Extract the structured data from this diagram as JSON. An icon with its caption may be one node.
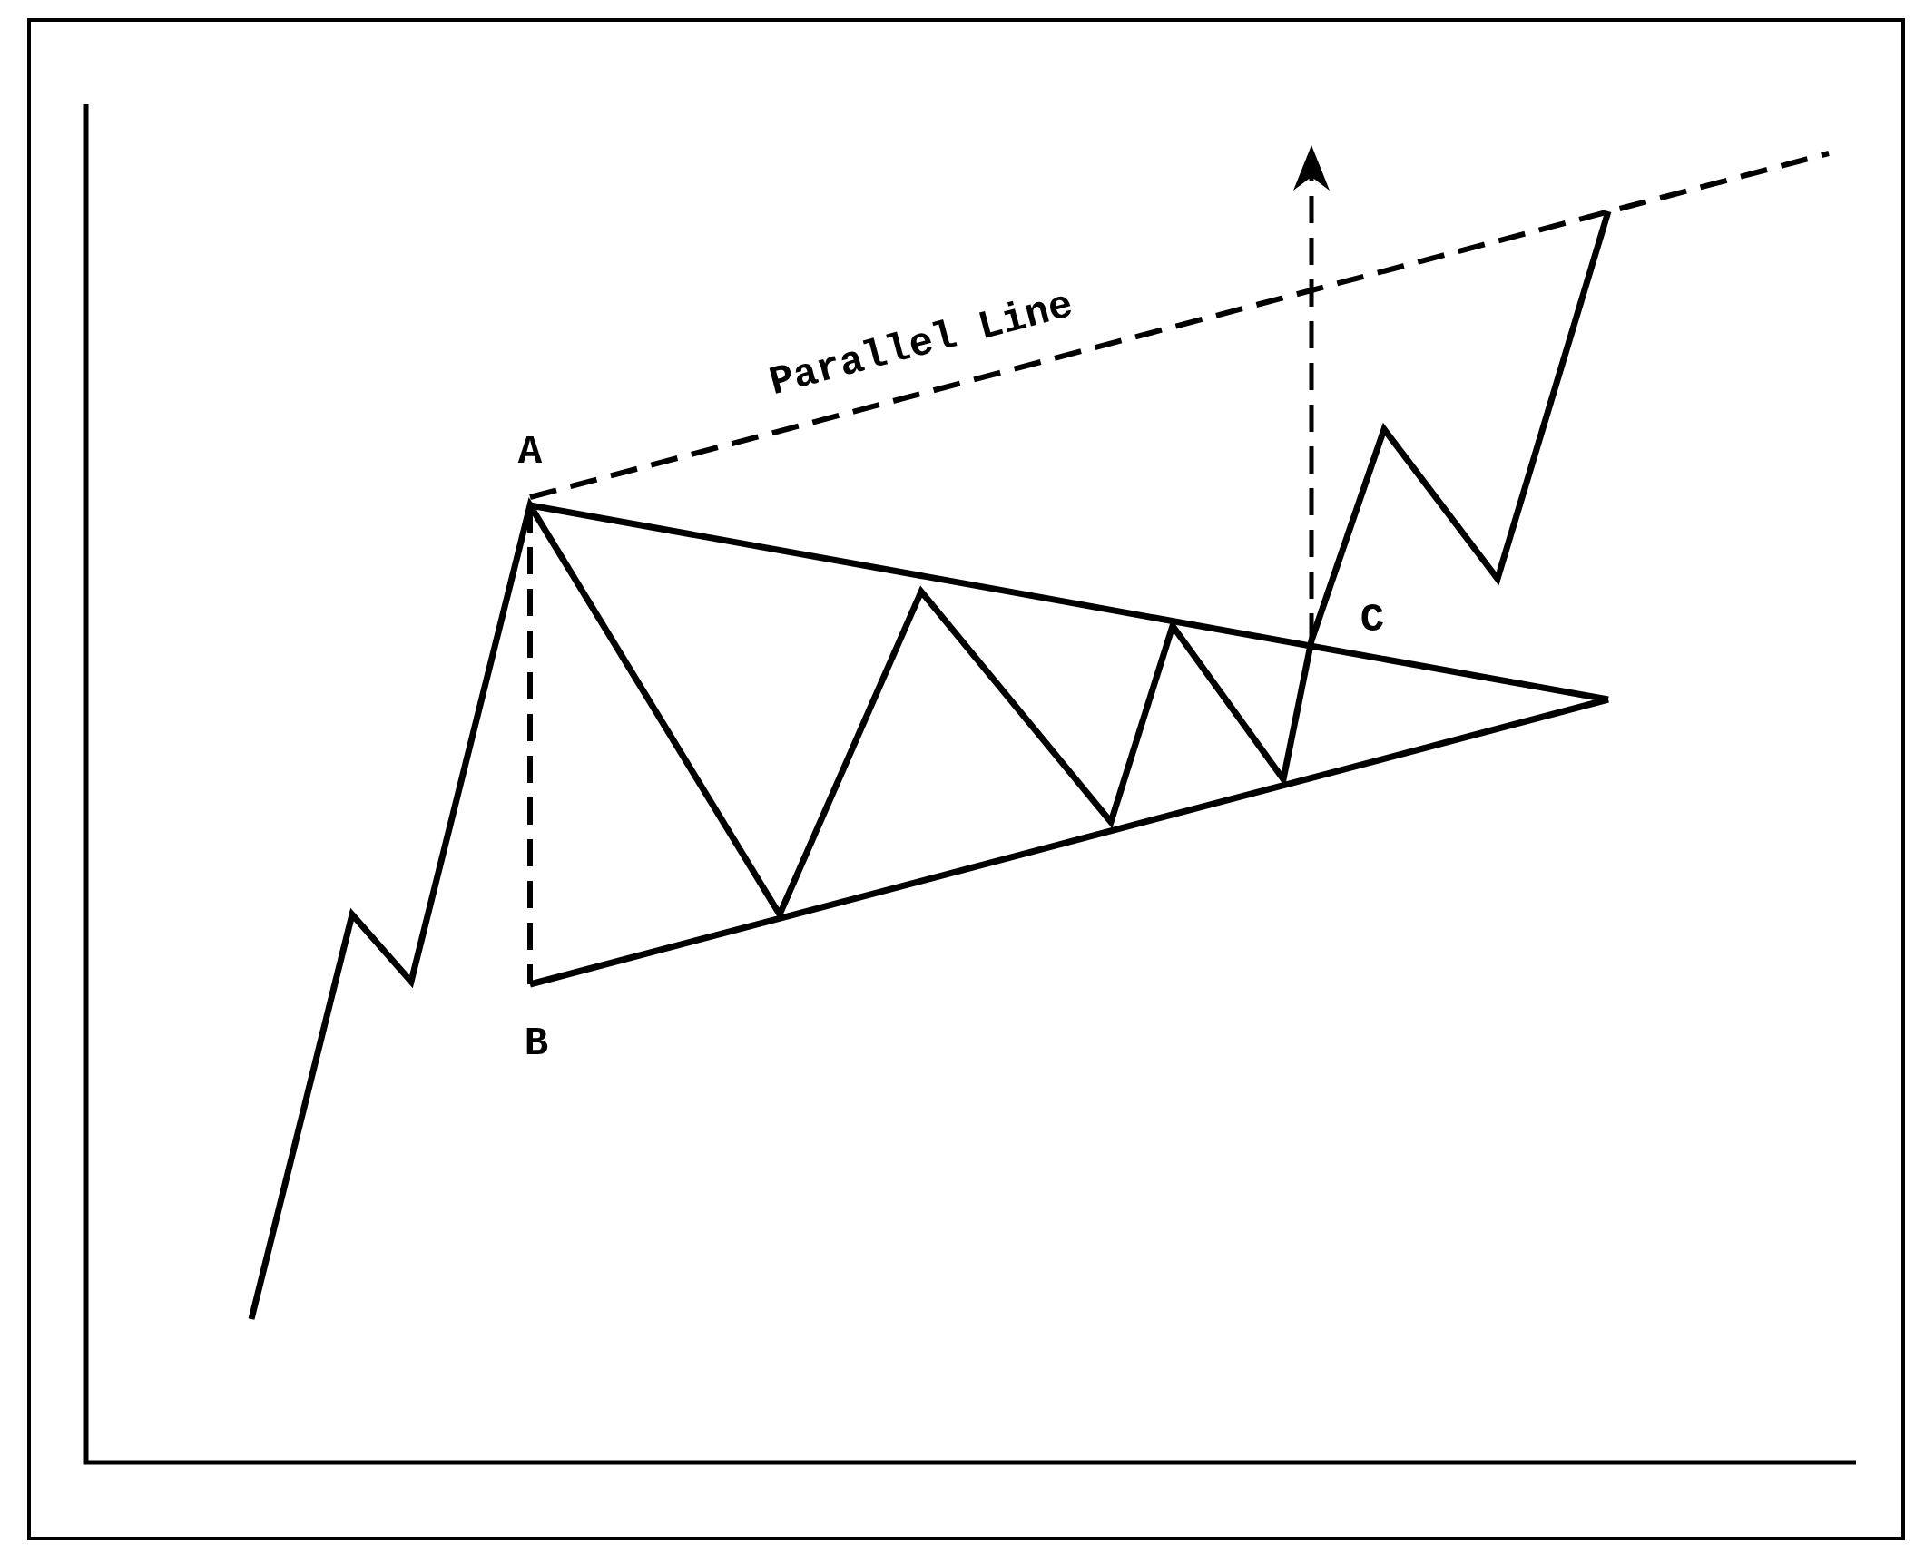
{
  "diagram": {
    "labels": [
      "Parallel Line",
      "A",
      "B",
      "C"
    ]
  }
}
